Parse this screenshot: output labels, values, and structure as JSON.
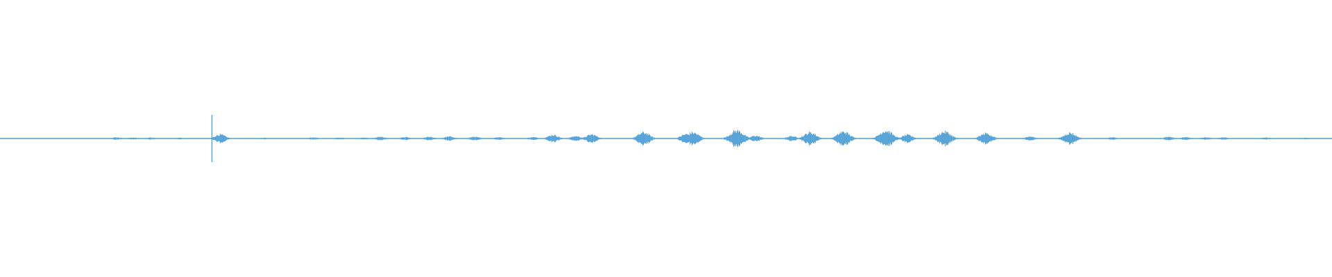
{
  "waveform": {
    "color": "#5aa5d8",
    "background": "#ffffff",
    "cursor_color": "#5aa5d8",
    "cursor_position_fraction": 0.159,
    "amplitude_profile_note_free": true,
    "bursts": [
      {
        "t": 0.087,
        "a": 0.06
      },
      {
        "t": 0.1,
        "a": 0.05
      },
      {
        "t": 0.113,
        "a": 0.05
      },
      {
        "t": 0.135,
        "a": 0.04
      },
      {
        "t": 0.165,
        "a": 0.2
      },
      {
        "t": 0.198,
        "a": 0.04
      },
      {
        "t": 0.235,
        "a": 0.06
      },
      {
        "t": 0.255,
        "a": 0.05
      },
      {
        "t": 0.273,
        "a": 0.05
      },
      {
        "t": 0.285,
        "a": 0.08
      },
      {
        "t": 0.304,
        "a": 0.07
      },
      {
        "t": 0.322,
        "a": 0.08
      },
      {
        "t": 0.337,
        "a": 0.1
      },
      {
        "t": 0.356,
        "a": 0.09
      },
      {
        "t": 0.374,
        "a": 0.07
      },
      {
        "t": 0.4,
        "a": 0.07
      },
      {
        "t": 0.415,
        "a": 0.18
      },
      {
        "t": 0.432,
        "a": 0.12
      },
      {
        "t": 0.444,
        "a": 0.2
      },
      {
        "t": 0.483,
        "a": 0.3
      },
      {
        "t": 0.515,
        "a": 0.22
      },
      {
        "t": 0.52,
        "a": 0.3
      },
      {
        "t": 0.553,
        "a": 0.4
      },
      {
        "t": 0.567,
        "a": 0.14
      },
      {
        "t": 0.594,
        "a": 0.12
      },
      {
        "t": 0.608,
        "a": 0.3
      },
      {
        "t": 0.633,
        "a": 0.34
      },
      {
        "t": 0.665,
        "a": 0.4
      },
      {
        "t": 0.681,
        "a": 0.18
      },
      {
        "t": 0.709,
        "a": 0.34
      },
      {
        "t": 0.74,
        "a": 0.26
      },
      {
        "t": 0.773,
        "a": 0.1
      },
      {
        "t": 0.803,
        "a": 0.28
      },
      {
        "t": 0.835,
        "a": 0.06
      },
      {
        "t": 0.877,
        "a": 0.08
      },
      {
        "t": 0.89,
        "a": 0.07
      },
      {
        "t": 0.905,
        "a": 0.06
      },
      {
        "t": 0.918,
        "a": 0.06
      },
      {
        "t": 0.95,
        "a": 0.05
      },
      {
        "t": 0.98,
        "a": 0.04
      }
    ]
  }
}
